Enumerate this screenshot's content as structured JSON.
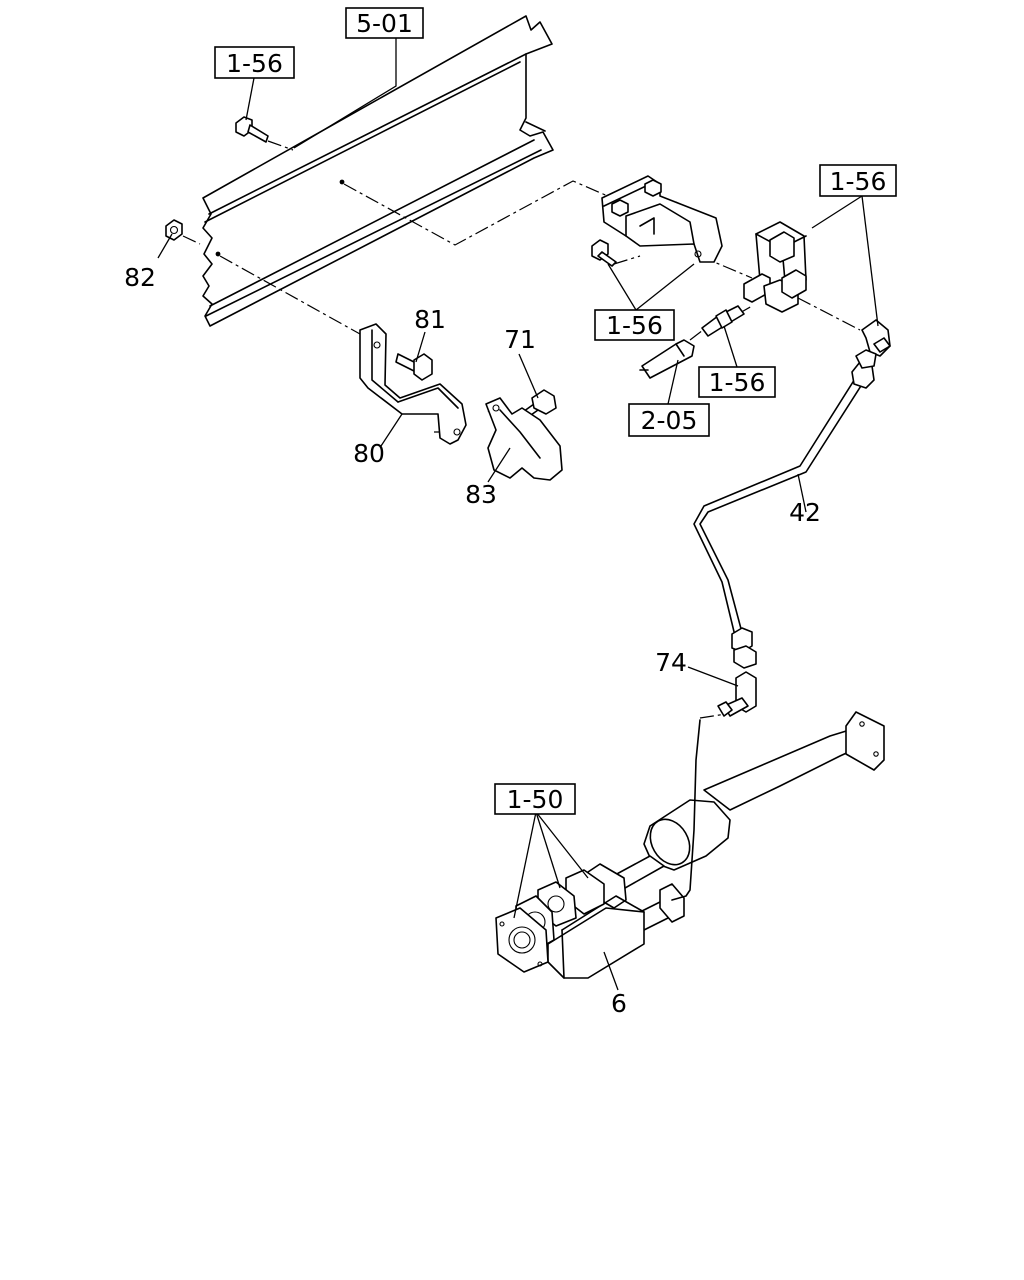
{
  "references": [
    {
      "id": "ref-5-01-top",
      "text": "5-01"
    },
    {
      "id": "ref-1-56-bolt",
      "text": "1-56"
    },
    {
      "id": "ref-1-56-valve",
      "text": "1-56"
    },
    {
      "id": "ref-1-56-bracket",
      "text": "1-56"
    },
    {
      "id": "ref-1-56-fitting",
      "text": "1-56"
    },
    {
      "id": "ref-2-05",
      "text": "2-05"
    },
    {
      "id": "ref-1-50",
      "text": "1-50"
    }
  ],
  "parts": [
    {
      "id": "part-82",
      "text": "82"
    },
    {
      "id": "part-81",
      "text": "81"
    },
    {
      "id": "part-71",
      "text": "71"
    },
    {
      "id": "part-80",
      "text": "80"
    },
    {
      "id": "part-83",
      "text": "83"
    },
    {
      "id": "part-42",
      "text": "42"
    },
    {
      "id": "part-74",
      "text": "74"
    },
    {
      "id": "part-6",
      "text": "6"
    }
  ]
}
